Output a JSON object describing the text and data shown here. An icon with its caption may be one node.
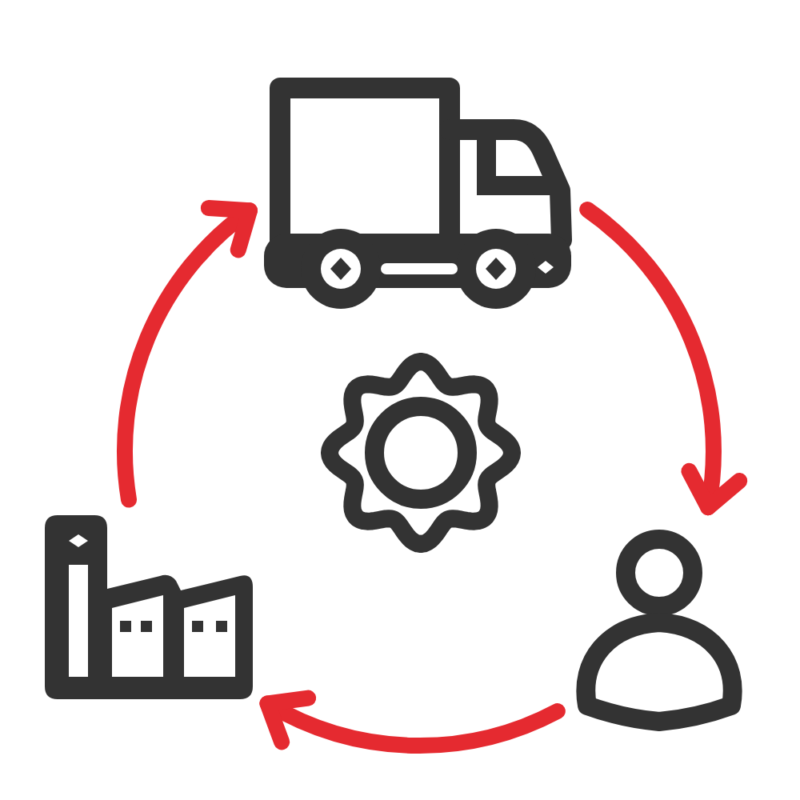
{
  "diagram": {
    "nodes": [
      {
        "text": [],
        "shape": "picture"
      },
      {
        "text": [],
        "shape": "picture"
      },
      {
        "text": [],
        "shape": "picture"
      },
      {
        "text": [],
        "shape": "person"
      }
    ],
    "edges": [
      {
        "from": 2,
        "to": 0,
        "arrow": "to"
      },
      {
        "from": 0,
        "to": 3,
        "arrow": "to"
      },
      {
        "from": 3,
        "to": 2,
        "arrow": "to"
      }
    ]
  }
}
